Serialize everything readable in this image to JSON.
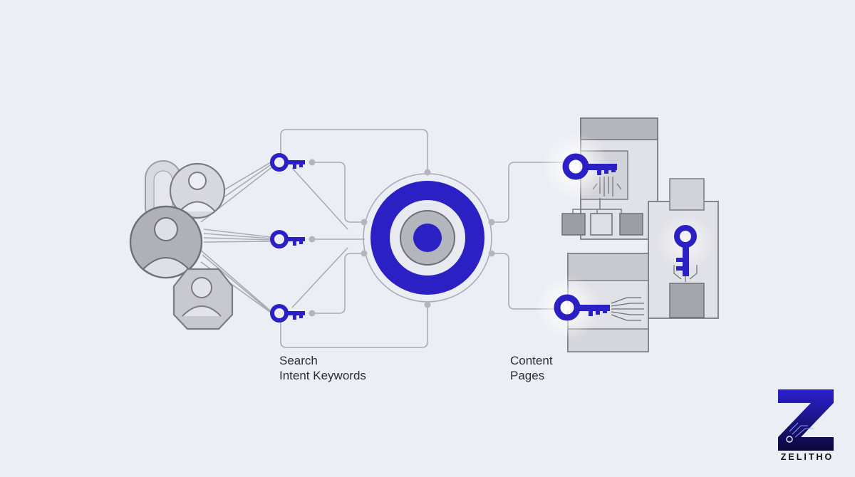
{
  "captions": {
    "keywords": [
      "Search",
      "Intent Keywords"
    ],
    "pages": [
      "Content",
      "Pages"
    ]
  },
  "brand": {
    "wordmark": "ZELITHO"
  },
  "colors": {
    "background": "#eceef5",
    "accent": "#2b20c4",
    "line": "#a9abb5",
    "fill_gray": "#b5b6bd",
    "fill_light": "#e1e2e8",
    "stroke_gray": "#7b7c83"
  },
  "icons": {
    "users": "user-icon",
    "keywords": "key-icon",
    "target": "target-icon",
    "pages": "document-icon"
  }
}
